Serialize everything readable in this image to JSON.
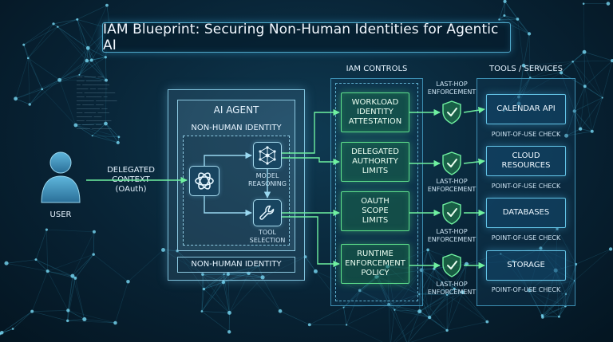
{
  "title": "IAM Blueprint: Securing Non-Human Identities for Agentic AI",
  "user": {
    "label": "USER",
    "icon": "user-icon"
  },
  "delegated_context": {
    "line1": "DELEGATED",
    "line2": "CONTEXT",
    "line3": "(OAuth)"
  },
  "agent": {
    "title": "AI AGENT",
    "identity_label": "NON-HUMAN IDENTITY",
    "bottom_label": "NON-HUMAN IDENTITY",
    "core_icon": "ai-core-icon",
    "model_reasoning": {
      "line1": "MODEL",
      "line2": "REASONING",
      "icon": "neural-network-icon"
    },
    "tool_selection": {
      "line1": "TOOL",
      "line2": "SELECTION",
      "icon": "wrench-icon"
    }
  },
  "iam_controls": {
    "header": "IAM CONTROLS",
    "items": [
      "WORKLOAD\nIDENTITY\nATTESTATION",
      "DELEGATED\nAUTHORITY\nLIMITS",
      "OAUTH\nSCOPE\nLIMITS",
      "RUNTIME\nENFORCEMENT\nPOLICY"
    ]
  },
  "enforcement": {
    "line1": "LAST-HOP",
    "line2": "ENFORCEMENT",
    "icon": "shield-check-icon"
  },
  "tools": {
    "header": "TOOLS / SERVICES",
    "items": [
      "CALENDAR API",
      "CLOUD\nRESOURCES",
      "DATABASES",
      "STORAGE"
    ],
    "check_label": "POINT-OF-USE CHECK"
  },
  "colors": {
    "accent_green": "#5ee08c",
    "accent_blue": "#63c3e6",
    "background": "#082335"
  }
}
